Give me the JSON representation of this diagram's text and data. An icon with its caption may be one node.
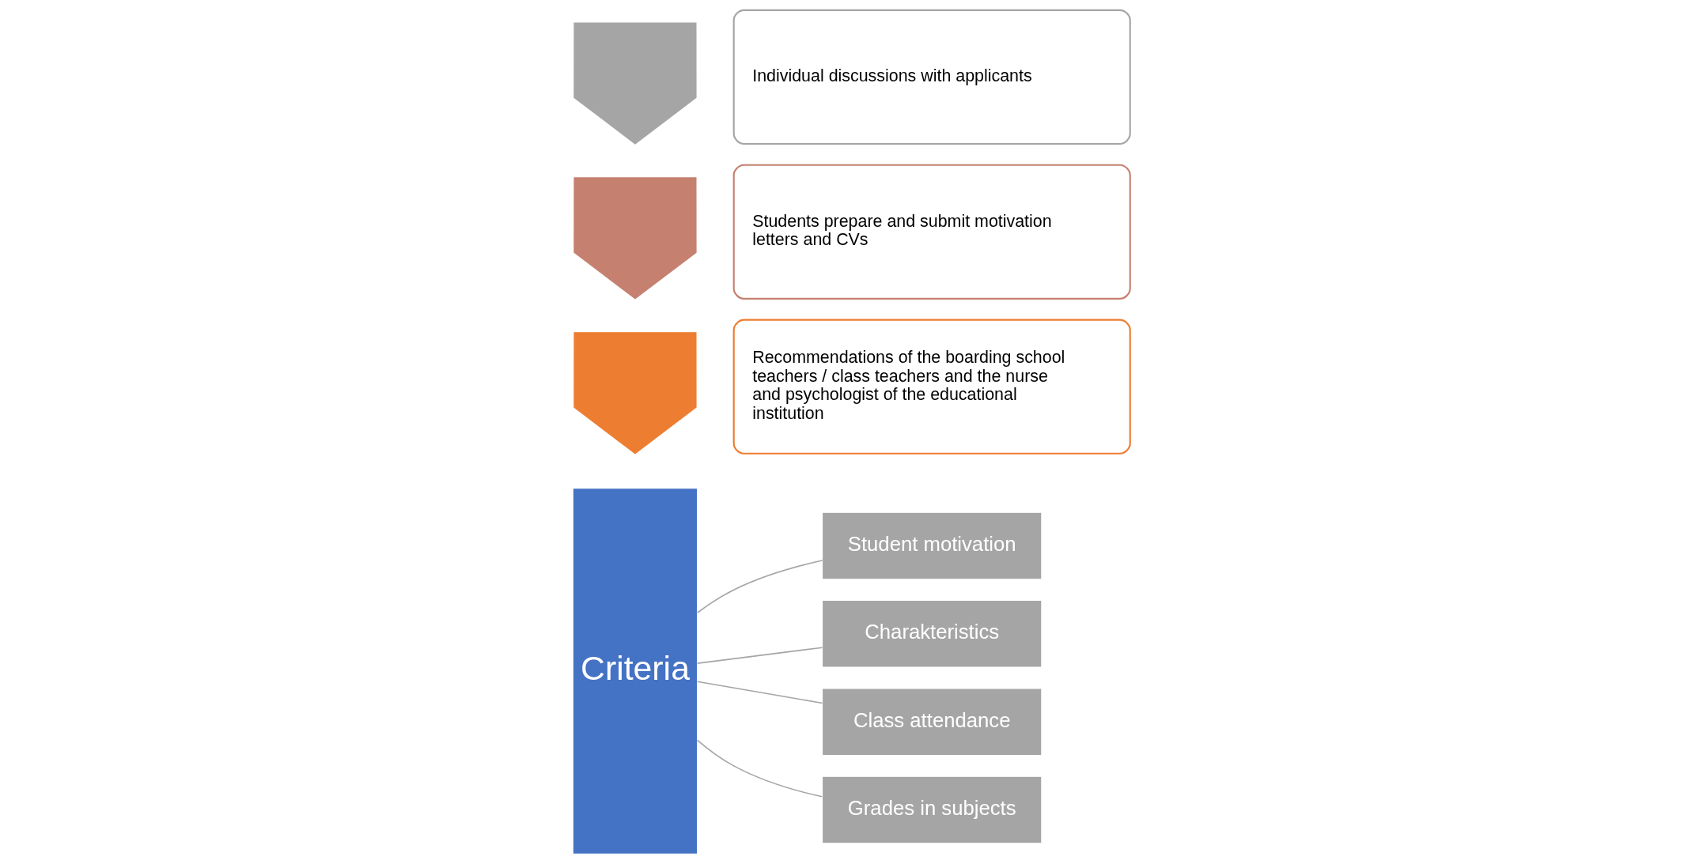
{
  "diagram": {
    "nodes": [
      {
        "text": [
          "Criteria"
        ]
      },
      {
        "text": [
          "Student motivation"
        ]
      },
      {
        "text": [
          "Charakteristics"
        ]
      },
      {
        "text": [
          "Class attendance"
        ]
      },
      {
        "text": [
          "Grades in subjects"
        ]
      },
      {
        "text": [],
        "shape": "chevron"
      },
      {
        "text": [
          "Recommendations of the boarding school teachers / class teachers and the nurse and psychologist of the educational institution"
        ]
      },
      {
        "text": [],
        "shape": "chevron"
      },
      {
        "text": [
          "Students prepare and submit motivation letters and CVs"
        ]
      },
      {
        "text": [],
        "shape": "chevron"
      },
      {
        "text": [
          "Individual discussions with applicants"
        ]
      }
    ],
    "edges": [
      {
        "from": 0,
        "to": 1,
        "arrow": "none"
      },
      {
        "from": 0,
        "to": 2,
        "arrow": "none"
      },
      {
        "from": 0,
        "to": 3,
        "arrow": "none"
      },
      {
        "from": 0,
        "to": 4,
        "arrow": "none"
      }
    ]
  }
}
